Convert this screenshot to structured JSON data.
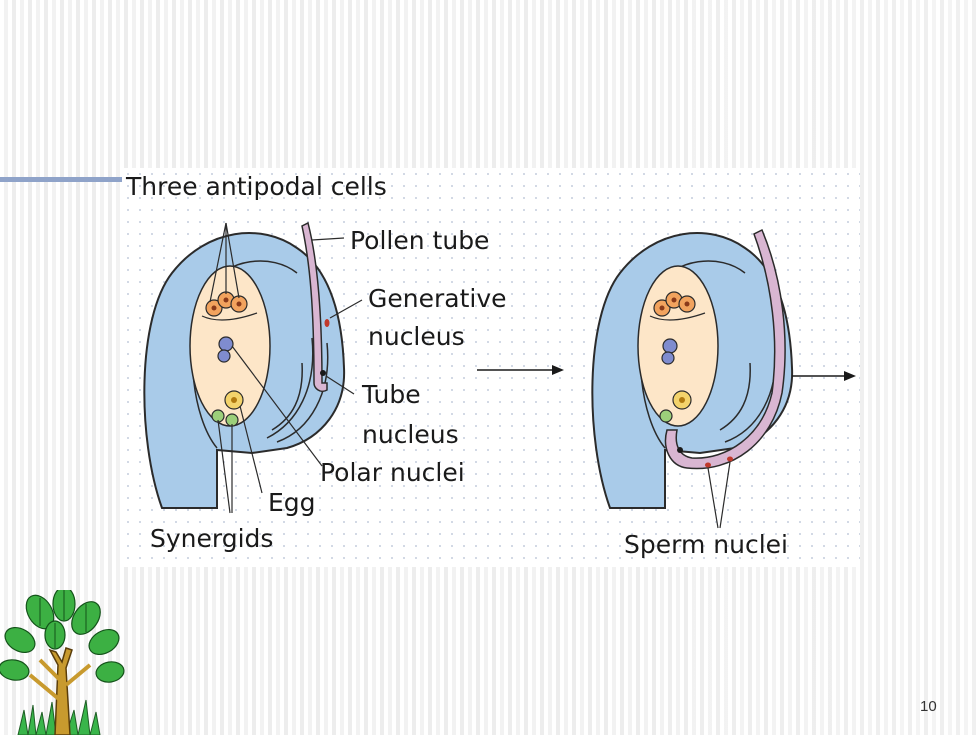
{
  "slide": {
    "page_number": "10"
  },
  "figure": {
    "labels": {
      "antipodal": "Three antipodal cells",
      "pollen_tube": "Pollen tube",
      "generative_1": "Generative",
      "generative_2": "nucleus",
      "tube_1": "Tube",
      "tube_2": "nucleus",
      "polar": "Polar nuclei",
      "egg": "Egg",
      "synergids": "Synergids",
      "sperm": "Sperm nuclei"
    },
    "colors": {
      "integument": "#a9cbe9",
      "integument_stroke": "#2b2b2b",
      "embryo_sac": "#fde6c8",
      "pollen_tube": "#d9b6d2",
      "nucleus_red": "#c0392b",
      "antipodal_fill": "#f2a35e",
      "egg_fill": "#f3d36b",
      "synergid_fill": "#9ccf7a",
      "polar_fill": "#7f8ccf",
      "accent_line": "#8fa3c9"
    }
  },
  "decoration": {
    "icon": "tree-clipart-icon"
  }
}
